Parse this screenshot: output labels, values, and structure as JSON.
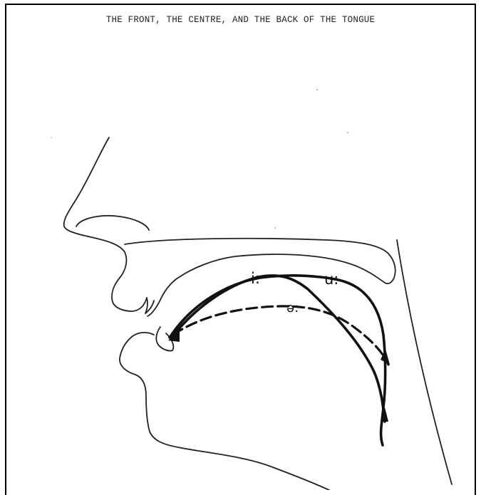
{
  "title": "THE FRONT, THE CENTRE, AND THE BACK OF THE TONGUE",
  "vowels": {
    "front": "i:",
    "back": "u:",
    "central": "ə:"
  }
}
